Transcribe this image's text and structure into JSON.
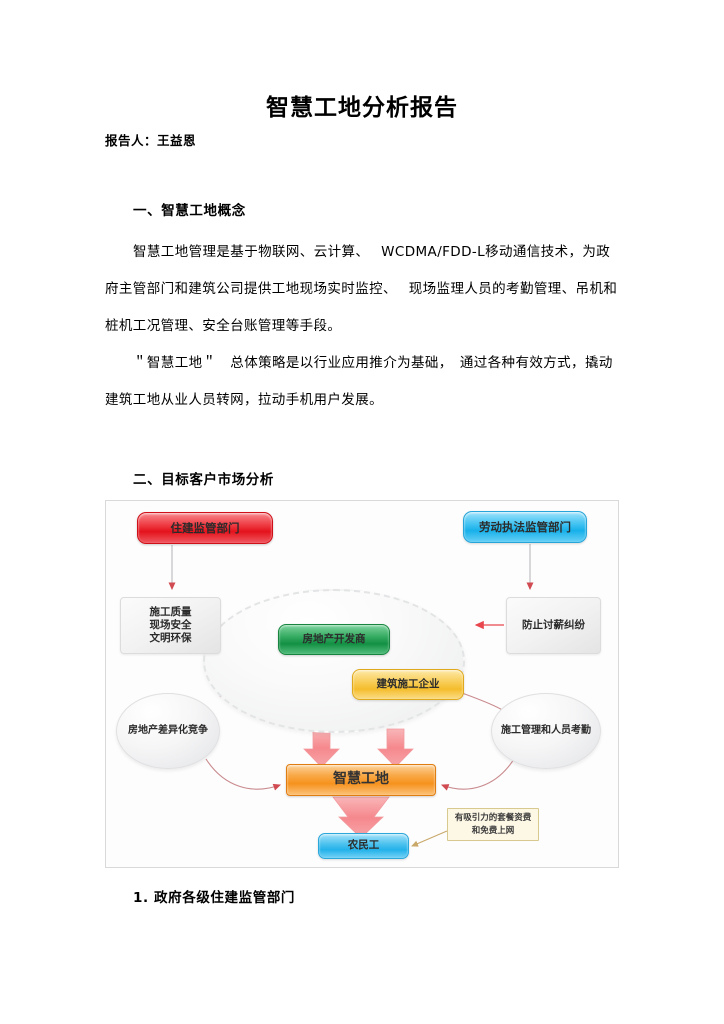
{
  "document": {
    "title": "智慧工地分析报告",
    "byline": "报告人：王益恩",
    "section1": {
      "heading": "一、智慧工地概念",
      "paragraph1": "智慧工地管理是基于物联网、云计算、　 WCDMA/FDD-L移动通信技术，为政府主管部门和建筑公司提供工地现场实时监控、　 现场监理人员的考勤管理、吊机和桩机工况管理、安全台账管理等手段。",
      "paragraph2": "＂智慧工地＂　总体策略是以行业应用推介为基础，　通过各种有效方式，撬动建筑工地从业人员转网，拉动手机用户发展。"
    },
    "section2": {
      "heading": "二、目标客户市场分析",
      "subheading": "1. 政府各级住建监管部门"
    }
  },
  "diagram": {
    "nodes": {
      "housing_authority": "住建监管部门",
      "labor_authority": "劳动执法监管部门",
      "quality_box": "施工质量\n现场安全\n文明环保",
      "wage_box": "防止讨薪纠纷",
      "developer": "房地产开发商",
      "contractor": "建筑施工企业",
      "differentiation": "房地产差异化竞争",
      "site_mgmt": "施工管理和人员考勤",
      "smart_site": "智慧工地",
      "migrant_worker": "农民工",
      "callout": "有吸引力的套餐资费\n和免费上网"
    },
    "colors": {
      "red": "#e4121c",
      "blue": "#17b0ea",
      "green": "#139043",
      "yellow": "#f4bd2c",
      "orange": "#f6921e",
      "cyan": "#23b2ea",
      "arrow_red": "#e8474e",
      "arrow_pink": "#f58a8e",
      "callout_bg": "#fdf7e6",
      "frame_border": "#d9d9d9"
    }
  }
}
